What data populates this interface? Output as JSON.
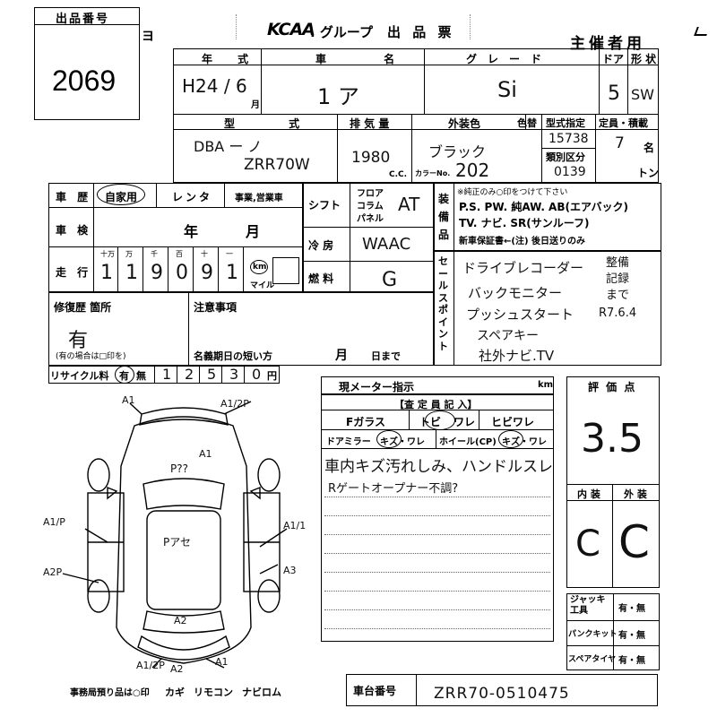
{
  "lot_box": {
    "label": "出品番号",
    "number": "2069"
  },
  "header": {
    "logo": "KCAA",
    "group": ". グループ",
    "title": "出 品 票",
    "organizer": "主催者用",
    "edge_char": "ヨ"
  },
  "row1": {
    "year_label": "年 式",
    "year_value": "H24 / 6",
    "month_unit": "月",
    "name_label": "車 名",
    "name_value": "1 ア",
    "grade_label": "グレード",
    "grade_value": "Si",
    "doors_label": "ドア",
    "doors_value": "5",
    "shape_label": "形 状",
    "shape_value": "SW"
  },
  "row2": {
    "model_label": "型 式",
    "model_value_1": "DBA  ー ノ",
    "model_value_2": "ZRR70W",
    "disp_label": "排 気 量",
    "disp_value": "1980",
    "disp_unit": "C.C.",
    "color_label": "外装色",
    "color_value": "ブラック",
    "color_code_label": "カラーNo.",
    "color_code": "202",
    "color_change_label": "色替",
    "type_spec_label": "型式指定",
    "type_spec_value": "15738",
    "category_label": "類別区分",
    "category_value": "0139",
    "capacity_label": "定員・積載",
    "capacity_value": "7",
    "capacity_unit": "名",
    "load_unit": "トン"
  },
  "history": {
    "label": "車 歴",
    "private_label": "自家用",
    "rental_label": "レンタ",
    "business_label": "事業,営業車"
  },
  "shaken": {
    "label": "車 検",
    "year": "年",
    "month": "月"
  },
  "mileage": {
    "label": "走 行",
    "unit_heads": [
      "十万",
      "万",
      "千",
      "百",
      "十",
      "一"
    ],
    "digits": [
      "1",
      "1",
      "9",
      "0",
      "9",
      "1"
    ],
    "km": "km",
    "mile": "マイル"
  },
  "shift": {
    "label": "シフト",
    "options": [
      "フロア",
      "コラム",
      "パネル"
    ],
    "value": "AT"
  },
  "aircon": {
    "label": "冷 房",
    "value": "WAAC"
  },
  "fuel": {
    "label": "燃 料",
    "value": "G"
  },
  "equip": {
    "label": "装備品",
    "note": "※純正のみ○印をつけて下さい",
    "line1": "P.S. PW. 純AW. AB(エアバック)",
    "line2": "TV. ナビ. SR(サンルーフ)",
    "line3": "新車保証書←(注) 後日送りのみ"
  },
  "sale_points": {
    "label": "セールスポイント",
    "items": [
      "ドライブレコーダー",
      "バックモニター",
      "プッシュスタート",
      "スペアキー",
      "社外ナビ.TV"
    ],
    "side_notes": [
      "整備",
      "記録",
      "まで",
      "R7.6.4"
    ]
  },
  "repair": {
    "label": "修復歴 箇所",
    "value": "有",
    "note": "(有の場合は□印を)"
  },
  "caution": {
    "label": "注意事項",
    "short_name_label": "名義期日の短い方",
    "month": "月",
    "day": "日まで"
  },
  "recycle": {
    "label": "リサイクル料",
    "options": [
      "有",
      "無"
    ],
    "digits": [
      "1",
      "2",
      "5",
      "3",
      "0"
    ],
    "unit": "円"
  },
  "meter": {
    "label": "現メーター指示",
    "unit": "km"
  },
  "inspector": {
    "title": "【査 定 員 記 入】",
    "f_glass": "Fガラス",
    "tobi": "トビ",
    "ware": "ワレ",
    "hibiware": "ヒビワレ",
    "door_mirror": "ドアミラー",
    "kizu_ware_1": "キズ・ワレ",
    "wheel": "ホイール(CP)",
    "kizu_ware_2": "キズ・ワレ",
    "notes": [
      "車内キズ汚れしみ、ハンドルスレ",
      "Rゲートオープナー不調?"
    ]
  },
  "score": {
    "label": "評 価 点",
    "value": "3.5",
    "interior_label": "内 装",
    "exterior_label": "外 装",
    "interior": "C",
    "exterior": "C"
  },
  "tools": {
    "jack_label": "ジャッキ工具",
    "puncture_label": "パンクキット",
    "spare_label": "スペアタイヤ",
    "yes_no": "有・無"
  },
  "diagram": {
    "marks": [
      "A1",
      "A1/2P",
      "A1",
      "P??",
      "Pアセ",
      "A1/P",
      "A2P",
      "A1/1",
      "A3",
      "A2",
      "A1/2P",
      "A2",
      "A1"
    ]
  },
  "footer": {
    "office": "事務局預り品は○印",
    "key": "カギ",
    "remote": "リモコン",
    "navi_rom": "ナビロム",
    "chassis_label": "車台番号",
    "chassis_value": "ZRR70-0510475"
  }
}
